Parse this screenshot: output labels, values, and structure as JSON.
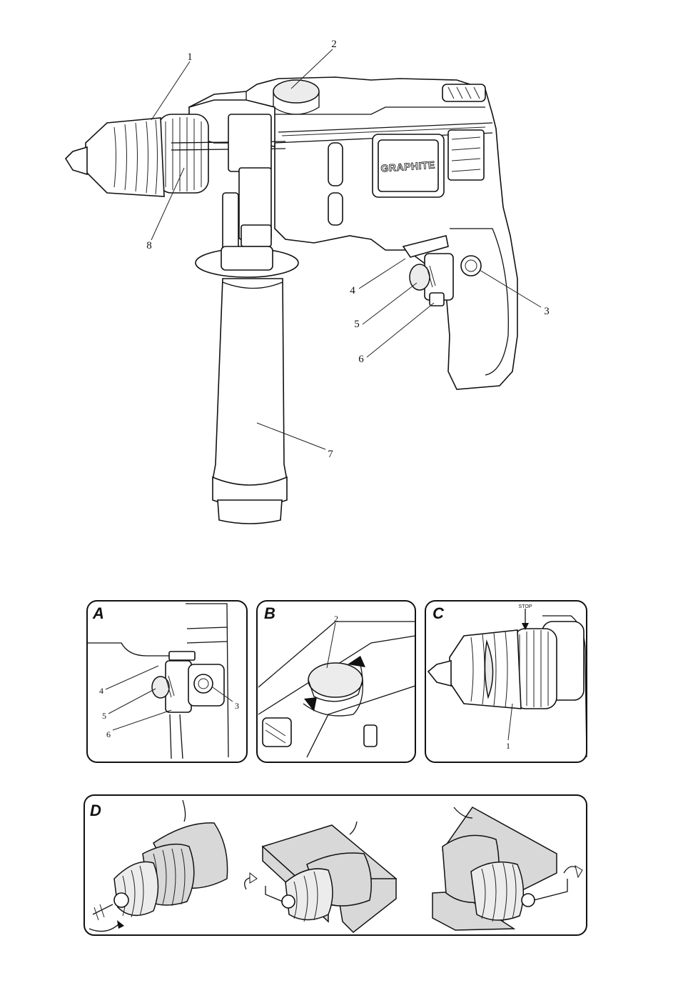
{
  "main_figure": {
    "brand_label": "GRAPHITE",
    "callouts": [
      "1",
      "2",
      "3",
      "4",
      "5",
      "6",
      "7",
      "8"
    ]
  },
  "panel_a": {
    "letter": "A",
    "callouts": [
      "4",
      "5",
      "6",
      "3"
    ]
  },
  "panel_b": {
    "letter": "B",
    "callouts": [
      "2"
    ]
  },
  "panel_c": {
    "letter": "C",
    "stop_label": "STOP",
    "callouts": [
      "1"
    ]
  },
  "panel_d": {
    "letter": "D"
  }
}
